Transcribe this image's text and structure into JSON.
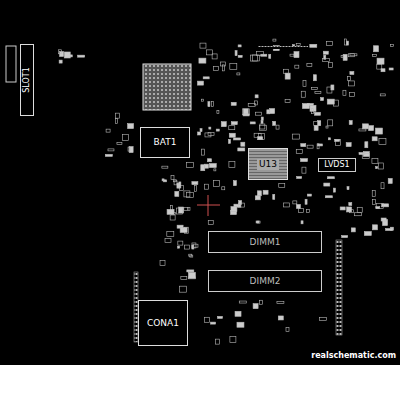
{
  "diagram": {
    "nodes": [
      {
        "text": [
          "SLOT1"
        ]
      },
      {
        "text": [
          "BAT1"
        ]
      },
      {
        "text": [
          "U13"
        ]
      },
      {
        "text": [
          "LVDS1"
        ]
      },
      {
        "text": [
          "DIMM1"
        ]
      },
      {
        "text": [
          "DIMM2"
        ]
      },
      {
        "text": [
          "CONA1"
        ]
      }
    ],
    "edges": [],
    "labels": [
      "realschematic.com"
    ]
  }
}
